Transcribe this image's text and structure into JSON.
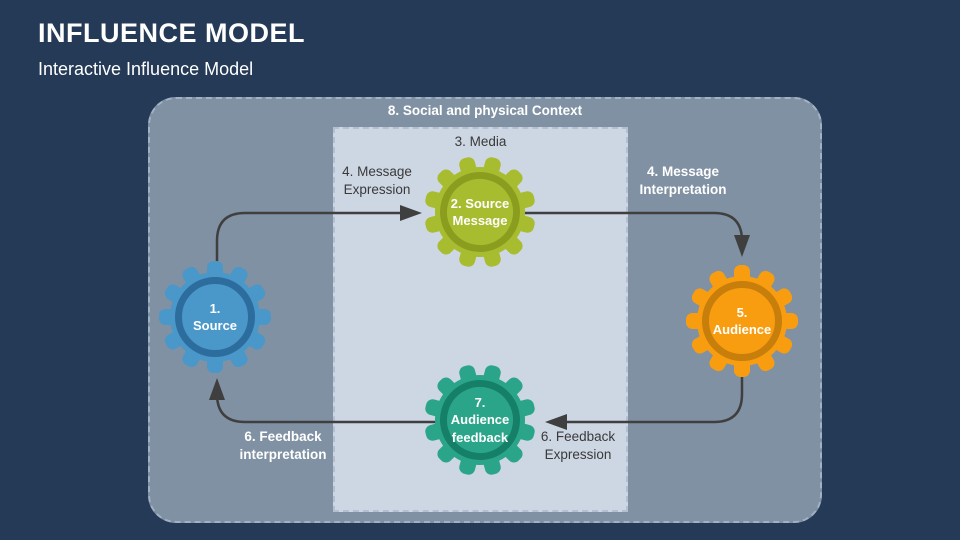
{
  "slide": {
    "title": "INFLUENCE MODEL",
    "subtitle": "Interactive Influence Model"
  },
  "diagram": {
    "context_label": "8. Social and physical Context",
    "media_label": "3. Media",
    "colors": {
      "background": "#243A57",
      "outer_box": "#8091A3",
      "inner_box": "#CDD6E3",
      "arrow": "#3F3F3F",
      "dark_text": "#3A3A3A",
      "white_text": "#FFFFFF"
    },
    "gears": [
      {
        "id": "source",
        "label": "1.\nSource",
        "body": "#4A97C9",
        "ring": "#2C6D9E"
      },
      {
        "id": "source-message",
        "label": "2. Source\nMessage",
        "body": "#A8BC2F",
        "ring": "#8B9D1E"
      },
      {
        "id": "audience",
        "label": "5.\nAudience",
        "body": "#F89D10",
        "ring": "#C77E0B"
      },
      {
        "id": "audience-feedback",
        "label": "7.\nAudience\nfeedback",
        "body": "#2BA589",
        "ring": "#157F68"
      }
    ],
    "flow_labels": {
      "message_expression": "4. Message\nExpression",
      "message_interpretation": "4. Message\nInterpretation",
      "feedback_interpretation": "6. Feedback\ninterpretation",
      "feedback_expression": "6. Feedback\nExpression"
    }
  }
}
